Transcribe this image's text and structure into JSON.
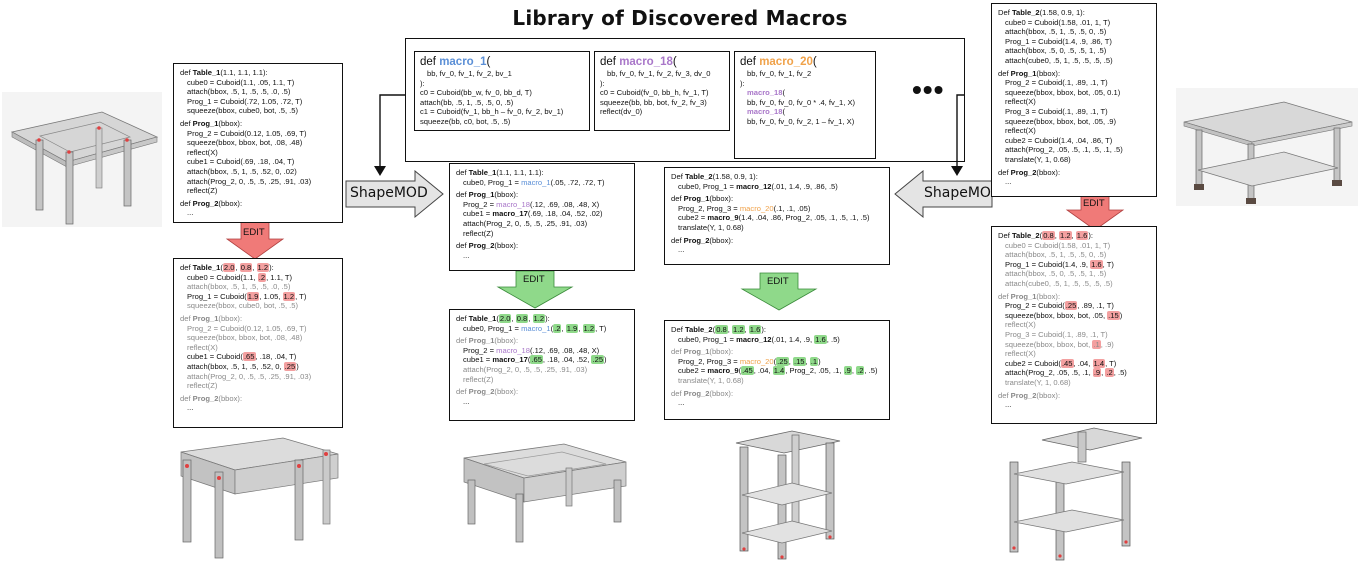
{
  "title": "Library of Discovered Macros",
  "shapemod_label": "ShapeMOD",
  "edit_label": "EDIT",
  "ellipsis": "•••",
  "macros": {
    "macro_1": {
      "def": "def ",
      "name": "macro_1",
      "paren": "(",
      "lines": [
        "bb, fv_0, fv_1, fv_2, bv_1",
        "):",
        "c0 = Cuboid(bb_w, fv_0, bb_d, T)",
        "attach(bb, .5, 1, .5, .5, 0, .5)",
        "c1 = Cuboid(fv_1, bb_h – fv_0, fv_2, bv_1)",
        "squeeze(bb, c0, bot, .5, .5)"
      ]
    },
    "macro_18": {
      "def": "def ",
      "name": "macro_18",
      "paren": "(",
      "lines": [
        "bb, fv_0, fv_1, fv_2, fv_3, dv_0",
        "):",
        "c0 = Cuboid(fv_0, bb_h, fv_1, T)",
        "squeeze(bb, bb, bot, fv_2, fv_3)",
        "reflect(dv_0)"
      ]
    },
    "macro_20": {
      "def": "def ",
      "name": "macro_20",
      "paren": "(",
      "l1": "bb, fv_0, fv_1, fv_2",
      "l2": "):",
      "call_a": "macro_18",
      "call_a_tail": "(",
      "l4": "bb, fv_0, fv_0, fv_0 * .4, fv_1, X)",
      "call_b": "macro_18",
      "call_b_tail": "(",
      "l6": "bb, fv_0, fv_0, fv_2, 1 – fv_1, X)"
    }
  },
  "p1": {
    "def": "def ",
    "name": "Table_1",
    "args": "(1.1, 1.1, 1.1):",
    "l1": "cube0 = Cuboid(1.1, .05, 1.1, T)",
    "l2": "attach(bbox, .5, 1, .5, .5, .0, .5)",
    "l3": "Prog_1 = Cuboid(.72, 1.05, .72, T)",
    "l4": "squeeze(bbox, cube0, bot, .5, .5)",
    "p_def": "def ",
    "p_name": "Prog_1",
    "p_args": "(bbox):",
    "l5": "Prog_2 = Cuboid(0.12, 1.05, .69, T)",
    "l6": "squeeze(bbox, bbox, bot, .08, .48)",
    "l7": "reflect(X)",
    "l8": "cube1 = Cuboid(.69, .18, .04, T)",
    "l9": "attach(bbox, .5, 1, .5, .52, 0, .02)",
    "l10": "attach(Prog_2, 0, .5, .5, .25, .91, .03)",
    "l11": "reflect(Z)",
    "q_def": "def ",
    "q_name": "Prog_2",
    "q_args": "(bbox):",
    "ell": "..."
  },
  "p2": {
    "def": "def ",
    "name": "Table_1",
    "a1": "2.0",
    "a2": "0.8",
    "a3": "1.2",
    "l1a": "cube0 = Cuboid(1.1, ",
    "l1h": ".2",
    "l1b": ", 1.1, T)",
    "l2": "attach(bbox, .5, 1, .5, .5, .0, .5)",
    "l3a": "Prog_1 = Cuboid(",
    "l3h1": "1.9",
    "l3m": ", 1.05, ",
    "l3h2": "1.2",
    "l3b": ", T)",
    "l4": "squeeze(bbox, cube0, bot, .5, .5)",
    "p_def": "def ",
    "p_name": "Prog_1",
    "p_args": "(bbox):",
    "l5": "Prog_2 = Cuboid(0.12, 1.05, .69, T)",
    "l6": "squeeze(bbox, bbox, bot, .08, .48)",
    "l7": "reflect(X)",
    "l8a": "cube1 = Cuboid(",
    "l8h": ".65",
    "l8b": ", .18, .04, T)",
    "l9a": "attach(bbox, .5, 1, .5, .52, 0, ",
    "l9h": ".25",
    "l9b": ")",
    "l10": "attach(Prog_2, 0, .5, .5, .25, .91, .03)",
    "l11": "reflect(Z)",
    "q_def": "def ",
    "q_name": "Prog_2",
    "q_args": "(bbox):",
    "ell": "..."
  },
  "p3": {
    "def": "def ",
    "name": "Table_1",
    "args": "(1.1, 1.1, 1.1):",
    "l1a": "cube0, Prog_1 = ",
    "l1m": "macro_1",
    "l1b": "(.05, .72, .72, T)",
    "p_def": "def ",
    "p_name": "Prog_1",
    "p_args": "(bbox):",
    "l2a": "Prog_2 = ",
    "l2m": "macro_18",
    "l2b": "(.12, .69, .08, .48, X)",
    "l3a": "cube1 = ",
    "l3m": "macro_17",
    "l3b": "(.69, .18, .04, .52, .02)",
    "l4": "attach(Prog_2, 0, .5, .5, .25, .91, .03)",
    "l5": "reflect(Z)",
    "q_def": "def ",
    "q_name": "Prog_2",
    "q_args": "(bbox):",
    "ell": "..."
  },
  "p4": {
    "def": "def ",
    "name": "Table_1",
    "a1": "2.0",
    "a2": "0.8",
    "a3": "1.2",
    "l1a": "cube0, Prog_1 = ",
    "l1m": "macro_1",
    "l1h1": ".2",
    "l1h2": "1.9",
    "l1h3": "1.2",
    "l1b": ", T)",
    "p_def": "def ",
    "p_name": "Prog_1",
    "p_args": "(bbox):",
    "l2a": "Prog_2 = ",
    "l2m": "macro_18",
    "l2b": "(.12, .69, .08, .48, X)",
    "l3a": "cube1 = ",
    "l3m": "macro_17",
    "l3h1": ".65",
    "l3mid": ", .18, .04, .52, ",
    "l3h2": ".25",
    "l4": "attach(Prog_2, 0, .5, .5, .25, .91, .03)",
    "l5": "reflect(Z)",
    "q_def": "def ",
    "q_name": "Prog_2",
    "q_args": "(bbox):",
    "ell": "..."
  },
  "p5": {
    "def": "Def ",
    "name": "Table_2",
    "args": "(1.58, 0.9, 1):",
    "l1a": "cube0, Prog_1 = ",
    "l1m": "macro_12",
    "l1b": "(.01, 1.4, .9, .86, .5)",
    "p_def": "def ",
    "p_name": "Prog_1",
    "p_args": "(bbox):",
    "l2a": "Prog_2, Prog_3 = ",
    "l2m": "macro_20",
    "l2b": "(.1, .1, .05)",
    "l3a": "cube2 = ",
    "l3m": "macro_9",
    "l3b": "(1.4, .04, .86, Prog_2, .05, .1, .5, .1, .5)",
    "l4": "translate(Y, 1, 0.68)",
    "q_def": "def ",
    "q_name": "Prog_2",
    "q_args": "(bbox):",
    "ell": "..."
  },
  "p6": {
    "def": "Def ",
    "name": "Table_2",
    "a1": "0.8",
    "a2": "1.2",
    "a3": "1.6",
    "l1a": "cube0, Prog_1 = ",
    "l1m": "macro_12",
    "l1b": "(.01, 1.4, .9, ",
    "l1h": "1.6",
    "l1c": ", .5)",
    "p_def": "def ",
    "p_name": "Prog_1",
    "p_args": "(bbox):",
    "l2a": "Prog_2, Prog_3 = ",
    "l2m": "macro_20",
    "l2h1": ".25",
    "l2h2": ".15",
    "l2h3": ".1",
    "l3a": "cube2 = ",
    "l3m": "macro_9",
    "l3h1": ".45",
    "l3m1": ", .04, ",
    "l3h2": "1.4",
    "l3m2": ", Prog_2, .05, .1, ",
    "l3h3": ".9",
    "l3h4": ".2",
    "l3b": ", .5)",
    "l4": "translate(Y, 1, 0.68)",
    "q_def": "def ",
    "q_name": "Prog_2",
    "q_args": "(bbox):",
    "ell": "..."
  },
  "p7": {
    "def": "Def ",
    "name": "Table_2",
    "args": "(1.58, 0.9, 1):",
    "l1": "cube0 = Cuboid(1.58, .01, 1, T)",
    "l2": "attach(bbox, .5, 1, .5, .5, 0, .5)",
    "l3": "Prog_1 = Cuboid(1.4, .9, .86, T)",
    "l4": "attach(bbox, .5, 0, .5, .5, 1, .5)",
    "l5": "attach(cube0, .5, 1, .5, .5, .5, .5)",
    "p_def": "def ",
    "p_name": "Prog_1",
    "p_args": "(bbox):",
    "l6": "Prog_2 = Cuboid(.1, .89, .1, T)",
    "l7": "squeeze(bbox, bbox, bot, .05, 0.1)",
    "l8": "reflect(X)",
    "l9": "Prog_3 = Cuboid(.1, .89, .1, T)",
    "l10": "squeeze(bbox, bbox, bot, .05, .9)",
    "l11": "reflect(X)",
    "l12": "cube2 = Cuboid(1.4, .04, .86, T)",
    "l13": "attach(Prog_2, .05, .5, .1, .5, .1, .5)",
    "l14": "translate(Y, 1, 0.68)",
    "q_def": "def ",
    "q_name": "Prog_2",
    "q_args": "(bbox):",
    "ell": "..."
  },
  "p8": {
    "def": "Def ",
    "name": "Table_2",
    "a1": "0.8",
    "a2": "1.2",
    "a3": "1.6",
    "l1": "cube0 = Cuboid(1.58, .01, 1, T)",
    "l2": "attach(bbox, .5, 1, .5, .5, 0, .5)",
    "l3a": "Prog_1 = Cuboid(1.4, .9, ",
    "l3h": "1.6",
    "l3b": ", T)",
    "l4": "attach(bbox, .5, 0, .5, .5, 1, .5)",
    "l5": "attach(cube0, .5, 1, .5, .5, .5, .5)",
    "p_def": "def ",
    "p_name": "Prog_1",
    "p_args": "(bbox):",
    "l6a": "Prog_2 = Cuboid(",
    "l6h": ".25",
    "l6b": ", .89, .1, T)",
    "l7a": "squeeze(bbox, bbox, bot, .05, ",
    "l7h": ".15",
    "l7b": ")",
    "l8": "reflect(X)",
    "l9": "Prog_3 = Cuboid(.1, .89, .1, T)",
    "l10a": "squeeze(bbox, bbox, bot, ",
    "l10h": ".1",
    "l10b": ", .9)",
    "l11": "reflect(X)",
    "l12a": "cube2 = Cuboid(",
    "l12h1": ".45",
    "l12m": ", .04, ",
    "l12h2": "1.4",
    "l12b": ", T)",
    "l13a": "attach(Prog_2, .05, .5, .1, ",
    "l13h1": ".9",
    "l13h2": ".2",
    "l13b": ", .5)",
    "l14": "translate(Y, 1, 0.68)",
    "q_def": "def ",
    "q_name": "Prog_2",
    "q_args": "(bbox):",
    "ell": "..."
  }
}
